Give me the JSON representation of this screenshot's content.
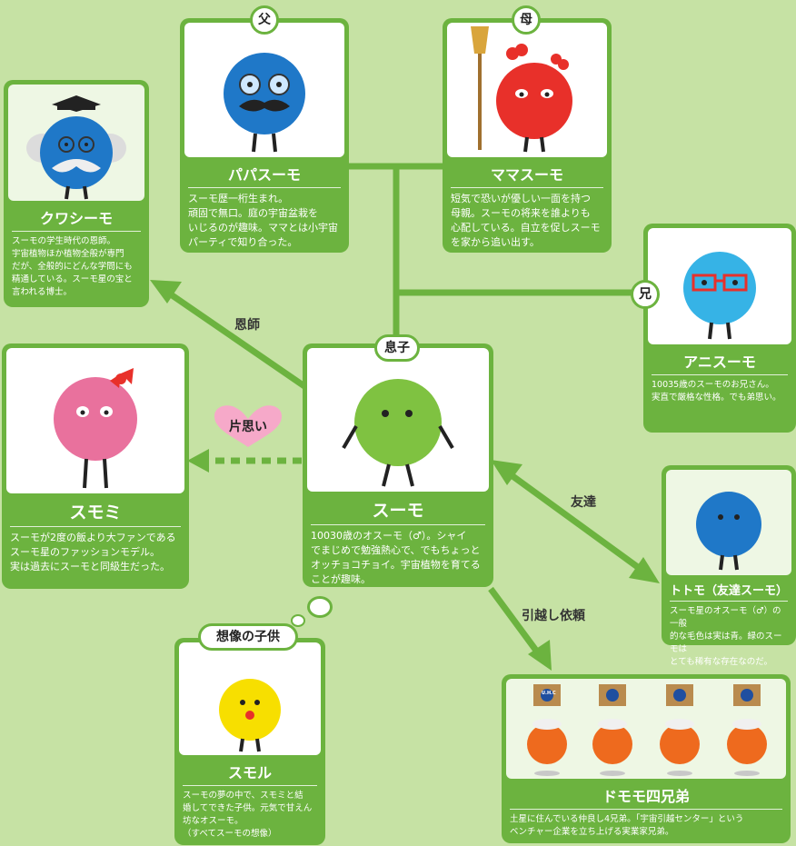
{
  "relations": {
    "teacher": "恩師",
    "crush": "片思い",
    "friend": "友達",
    "moving": "引越し依頼"
  },
  "tags": {
    "father": "父",
    "mother": "母",
    "brother": "兄",
    "son": "息子",
    "imagined": "想像の子供"
  },
  "characters": {
    "kuwashimo": {
      "name": "クワシーモ",
      "desc": "スーモの学生時代の恩師。\n宇宙植物ほか植物全般が専門\nだが、全般的にどんな学問にも\n精通している。スーモ星の宝と\n言われる博士。"
    },
    "papa": {
      "name": "パパスーモ",
      "desc": "スーモ歴一桁生まれ。\n頑固で無口。庭の宇宙盆栽を\nいじるのが趣味。ママとは小宇宙\nパーティで知り合った。"
    },
    "mama": {
      "name": "ママスーモ",
      "desc": "短気で恐いが優しい一面を持つ\n母親。スーモの将来を誰よりも\n心配している。自立を促しスーモ\nを家から追い出す。"
    },
    "ani": {
      "name": "アニスーモ",
      "desc": "10035歳のスーモのお兄さん。\n実直で厳格な性格。でも弟思い。"
    },
    "sumomi": {
      "name": "スモミ",
      "desc": "スーモが2度の飯より大ファンである\nスーモ星のファッションモデル。\n実は過去にスーモと同級生だった。"
    },
    "suumo": {
      "name": "スーモ",
      "desc": "10030歳のオスーモ（♂）。シャイ\nでまじめで勉強熱心で、でもちょっと\nオッチョコチョイ。宇宙植物を育てる\nことが趣味。"
    },
    "totomo": {
      "name": "トトモ（友達スーモ）",
      "desc": "スーモ星のオスーモ（♂）の一般\n的な毛色は実は青。緑のスーモは\nとても稀有な存在なのだ。"
    },
    "sumoru": {
      "name": "スモル",
      "desc": "スーモの夢の中で、スモミと結\n婚してできた子供。元気で甘えん\n坊なオスーモ。\n（すべてスーモの想像）"
    },
    "domomo": {
      "name": "ドモモ四兄弟",
      "desc": "土星に住んでいる仲良し4兄弟。「宇宙引越センター」という\nベンチャー企業を立ち上げる実業家兄弟。"
    }
  },
  "box_badge": "U.H.C",
  "colors": {
    "background": "#c6e2a4",
    "card": "#6cb33f",
    "suumo": "#7fc241",
    "blue": "#1f78c8",
    "light_blue": "#36b3e6",
    "red": "#e8302a",
    "pink": "#e9719d",
    "yellow": "#f7df00",
    "orange": "#ee6a1e"
  }
}
